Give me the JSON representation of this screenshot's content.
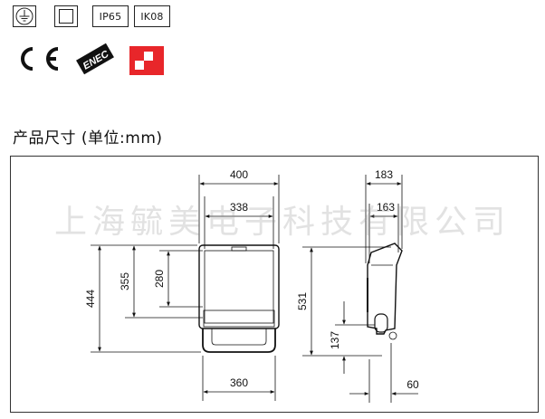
{
  "icons": {
    "earth_symbol": "protective-earth",
    "class2_symbol": "double-insulation",
    "ip_rating": "IP65",
    "ik_rating": "IK08"
  },
  "certs": {
    "ce": "CE",
    "enec": "ENEC",
    "colors": {
      "accent_red": "#e8262a"
    }
  },
  "title": "产品尺寸 (单位:mm)",
  "watermark": "上海毓美电子科技有限公司",
  "front_view": {
    "width_top": "400",
    "width_inner": "338",
    "width_bottom": "360",
    "height_total": "444",
    "height_mid": "355",
    "height_inner": "280"
  },
  "side_view": {
    "depth_total": "183",
    "depth_inner": "163",
    "height_total": "531",
    "height_bracket": "137",
    "offset_bottom": "60"
  }
}
